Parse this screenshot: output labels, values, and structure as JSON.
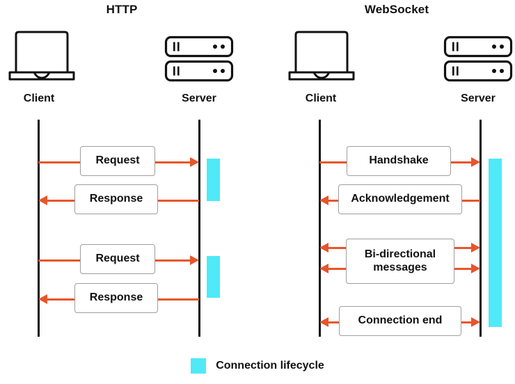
{
  "colors": {
    "arrow": "#E8552B",
    "lifeline": "#111111",
    "lifecycle": "#4FE9F7",
    "label_border": "#9E9E9E",
    "label_fill": "#FFFFFF",
    "text": "#111111",
    "background": "#FFFFFF"
  },
  "panels": [
    {
      "id": "http",
      "title": "HTTP",
      "client": {
        "label": "Client",
        "icon": "laptop-icon"
      },
      "server": {
        "label": "Server",
        "icon": "server-icon"
      },
      "messages": [
        {
          "label": "Request",
          "direction": "client-to-server"
        },
        {
          "label": "Response",
          "direction": "server-to-client"
        },
        {
          "label": "Request",
          "direction": "client-to-server"
        },
        {
          "label": "Response",
          "direction": "server-to-client"
        }
      ],
      "lifecycle_segments": 2
    },
    {
      "id": "websocket",
      "title": "WebSocket",
      "client": {
        "label": "Client",
        "icon": "laptop-icon"
      },
      "server": {
        "label": "Server",
        "icon": "server-icon"
      },
      "messages": [
        {
          "label": "Handshake",
          "direction": "client-to-server"
        },
        {
          "label": "Acknowledgement",
          "direction": "server-to-client"
        },
        {
          "label": "Bi-directional messages",
          "direction": "bidirectional"
        },
        {
          "label": "Connection end",
          "direction": "bidirectional"
        }
      ],
      "lifecycle_segments": 1
    }
  ],
  "legend": {
    "label": "Connection lifecycle",
    "swatch_color": "#4FE9F7"
  }
}
